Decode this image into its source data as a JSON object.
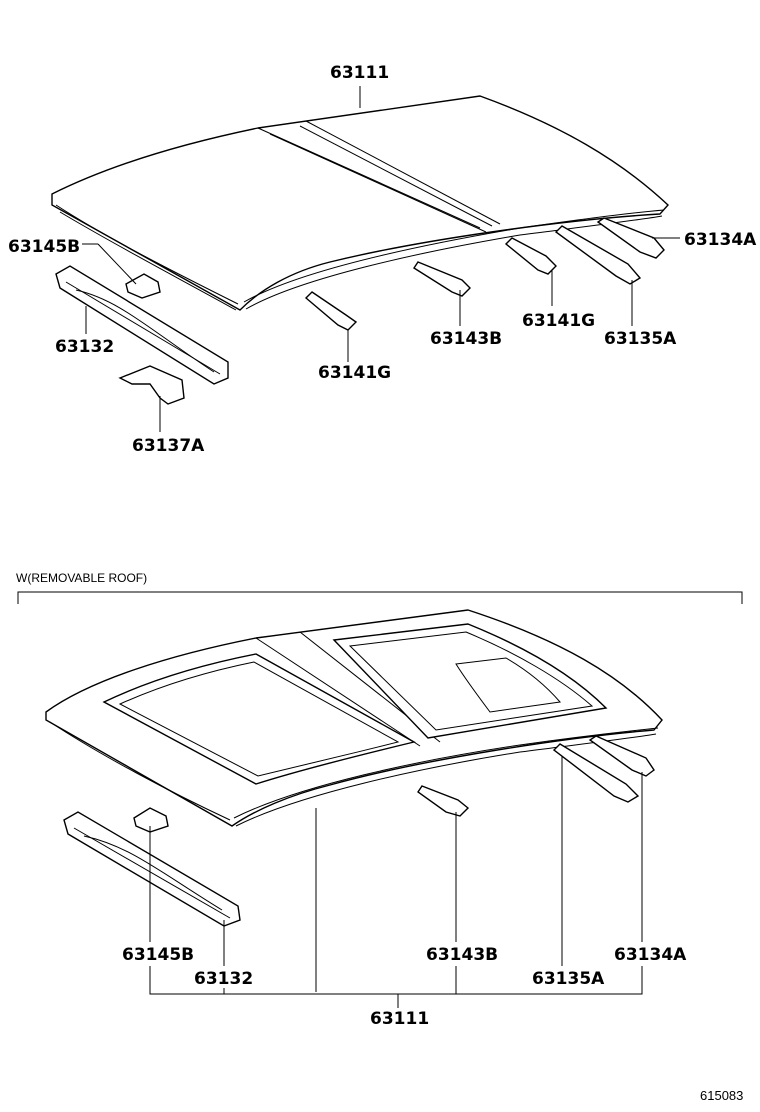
{
  "top_view": {
    "labels": {
      "roof_panel": "63111",
      "panel_b": "63145B",
      "rail_rear": "63132",
      "bracket": "63137A",
      "bow_left": "63141G",
      "bow_center": "63143B",
      "bow_right": "63141G",
      "rail_front": "63135A",
      "rail_end": "63134A"
    }
  },
  "removable_view": {
    "title": "W(REMOVABLE ROOF)",
    "labels": {
      "panel_b": "63145B",
      "rail_rear": "63132",
      "bow_center": "63143B",
      "rail_front": "63135A",
      "rail_end": "63134A",
      "roof_panel": "63111"
    }
  },
  "diagram_code": "615083"
}
